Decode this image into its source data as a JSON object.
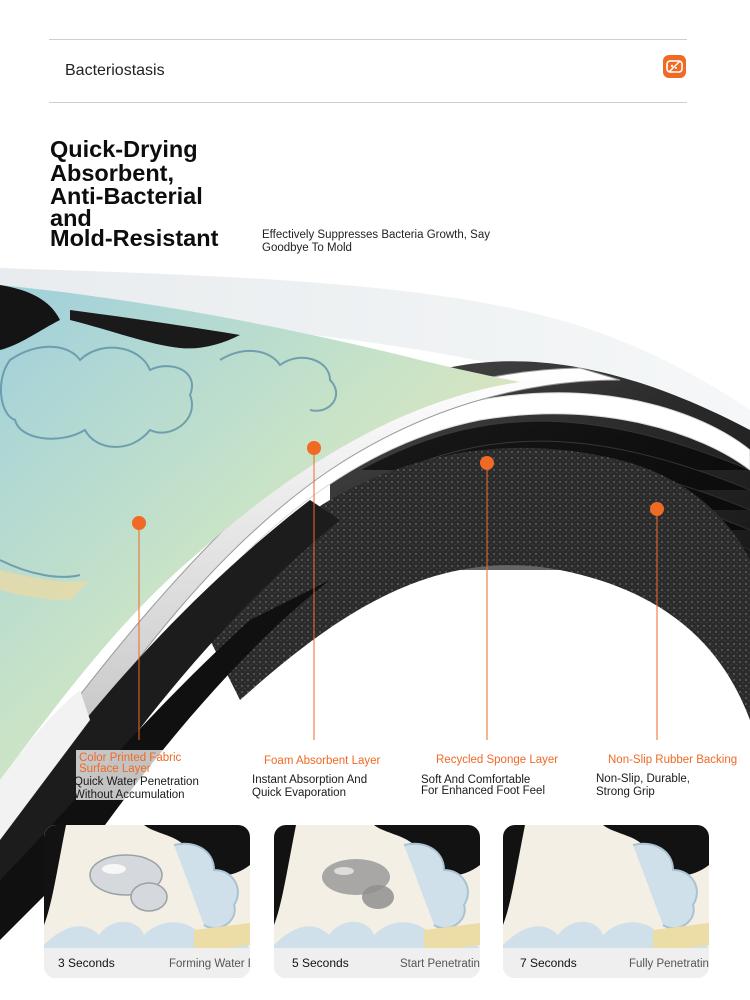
{
  "header": {
    "label": "Bacteriostasis",
    "icon": "sponge-badge-icon"
  },
  "headline": {
    "lines": [
      "Quick-Drying",
      "Absorbent,",
      "Anti-Bacterial",
      "and",
      "Mold-Resistant"
    ],
    "subtitle_line1": "Effectively Suppresses Bacteria Growth, Say",
    "subtitle_line2": "Goodbye To Mold"
  },
  "layers": [
    {
      "title_line1": "Color Printed Fabric",
      "title_line2": "Surface Layer",
      "desc_line1": "Quick Water Penetration",
      "desc_line2": "Without Accumulation"
    },
    {
      "title_line1": "Foam Absorbent Layer",
      "desc_line1": "Instant Absorption And",
      "desc_line2": "Quick Evaporation"
    },
    {
      "title_line1": "Recycled Sponge Layer",
      "desc_line1": "Soft And Comfortable",
      "desc_line2": "For Enhanced Foot Feel"
    },
    {
      "title_line1": "Non-Slip Rubber Backing",
      "desc_line1": "Non-Slip, Durable,",
      "desc_line2": "Strong Grip"
    }
  ],
  "steps": [
    {
      "time": "3 Seconds",
      "caption": "Forming Water Droplets"
    },
    {
      "time": "5 Seconds",
      "caption": "Start Penetrating"
    },
    {
      "time": "7 Seconds",
      "caption": "Fully Penetrating"
    }
  ],
  "colors": {
    "accent": "#ef6a24",
    "text": "#111111"
  }
}
